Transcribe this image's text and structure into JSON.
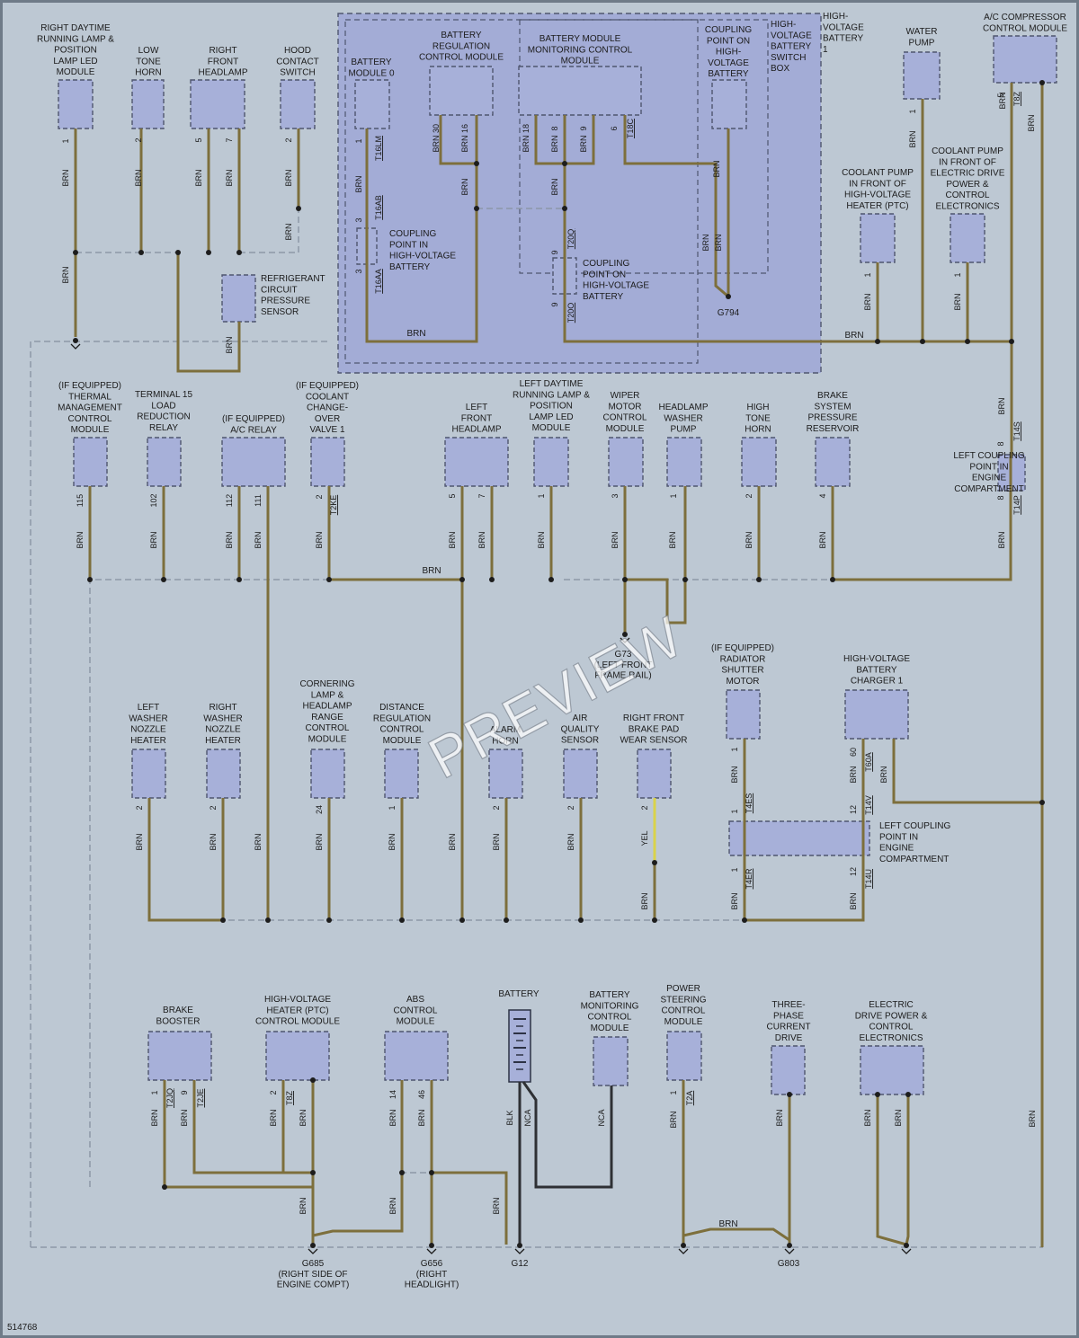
{
  "figure_id": "514768",
  "watermark": "PREVIEW",
  "colors": {
    "background": "#bdc8d3",
    "component": "#a7b0d9",
    "wire_brn": "#7d6f3c",
    "wire_blk": "#2e3034",
    "wire_yel": "#d9d24a"
  },
  "wire_colors": {
    "brn": "BRN",
    "blk": "BLK",
    "nca": "NCA",
    "yel": "YEL"
  },
  "components": {
    "right_drl": "RIGHT DAYTIME|RUNNING LAMP &|POSITION|LAMP LED|MODULE",
    "low_horn": "LOW|TONE|HORN",
    "right_headlamp": "RIGHT|FRONT|HEADLAMP",
    "hood_switch": "HOOD|CONTACT|SWITCH",
    "refrig_sensor": "REFRIGERANT|CIRCUIT|PRESSURE|SENSOR",
    "hv_battery": "HIGH-|VOLTAGE|BATTERY|1",
    "battery_module_0": "BATTERY|MODULE 0",
    "battery_reg_cm": "BATTERY|REGULATION|CONTROL MODULE",
    "battery_mod_mon": "BATTERY MODULE|MONITORING CONTROL|MODULE",
    "coupling_hv_battery": "COUPLING|POINT ON|HIGH-|VOLTAGE|BATTERY",
    "hv_switch_box": "HIGH-|VOLTAGE|BATTERY|SWITCH|BOX",
    "coupling_in_hv_1": "COUPLING|POINT IN|HIGH-VOLTAGE|BATTERY",
    "coupling_on_hv_2": "COUPLING|POINT ON|HIGH-VOLTAGE|BATTERY",
    "water_pump": "WATER|PUMP",
    "ac_comp_cm": "A/C COMPRESSOR|CONTROL MODULE",
    "coolant_ptc": "COOLANT PUMP|IN FRONT OF|HIGH-VOLTAGE|HEATER (PTC)",
    "coolant_edrive": "COOLANT PUMP|IN FRONT OF|ELECTRIC DRIVE|POWER &|CONTROL|ELECTRONICS",
    "thermal_mgmt": "(IF EQUIPPED)|THERMAL|MANAGEMENT|CONTROL|MODULE",
    "t15_relay": "TERMINAL 15|LOAD|REDUCTION|RELAY",
    "ac_relay": "(IF EQUIPPED)|A/C RELAY",
    "coolant_valve": "(IF EQUIPPED)|COOLANT|CHANGE-|OVER|VALVE 1",
    "left_headlamp": "LEFT|FRONT|HEADLAMP",
    "left_drl": "LEFT DAYTIME|RUNNING LAMP &|POSITION|LAMP LED|MODULE",
    "wiper_cm": "WIPER|MOTOR|CONTROL|MODULE",
    "hl_washer_pump": "HEADLAMP|WASHER|PUMP",
    "high_horn": "HIGH|TONE|HORN",
    "brake_reservoir": "BRAKE|SYSTEM|PRESSURE|RESERVOIR",
    "left_coupling_1": "LEFT COUPLING|POINT IN|ENGINE|COMPARTMENT",
    "left_washer": "LEFT|WASHER|NOZZLE|HEATER",
    "right_washer": "RIGHT|WASHER|NOZZLE|HEATER",
    "cornering_cm": "CORNERING|LAMP &|HEADLAMP|RANGE|CONTROL|MODULE",
    "distance_cm": "DISTANCE|REGULATION|CONTROL|MODULE",
    "alarm_horn": "ALARM|HORN",
    "air_quality": "AIR|QUALITY|SENSOR",
    "brake_pad": "RIGHT FRONT|BRAKE PAD|WEAR SENSOR",
    "radiator_shutter": "(IF EQUIPPED)|RADIATOR|SHUTTER|MOTOR",
    "hv_charger": "HIGH-VOLTAGE|BATTERY|CHARGER 1",
    "left_coupling_2": "LEFT COUPLING|POINT IN|ENGINE|COMPARTMENT",
    "brake_booster": "BRAKE|BOOSTER",
    "hv_heater_cm": "HIGH-VOLTAGE|HEATER (PTC)|CONTROL MODULE",
    "abs_cm": "ABS|CONTROL|MODULE",
    "battery": "BATTERY",
    "battery_mon_cm": "BATTERY|MONITORING|CONTROL|MODULE",
    "power_steering": "POWER|STEERING|CONTROL|MODULE",
    "three_phase": "THREE-|PHASE|CURRENT|DRIVE",
    "edrive_power": "ELECTRIC|DRIVE POWER &|CONTROL|ELECTRONICS"
  },
  "grounds": {
    "g794": "G794",
    "g73": "G73|(LEFT FRONT|FRAME RAIL)",
    "g685": "G685|(RIGHT SIDE OF|ENGINE COMPT)",
    "g656": "G656|(RIGHT|HEADLIGHT)",
    "g12": "G12",
    "g803": "G803"
  },
  "pins": {
    "p1": "1",
    "p2": "2",
    "p3": "3",
    "p4": "4",
    "p5": "5",
    "p6": "6",
    "p7": "7",
    "p8": "8",
    "p9": "9",
    "p12": "12",
    "p14": "14",
    "p16": "16",
    "p18": "18",
    "p24": "24",
    "p30": "30",
    "p46": "46",
    "p60": "60",
    "p102": "102",
    "p111": "111",
    "p112": "112",
    "p115": "115"
  },
  "connectors": {
    "T16LM": "T16LM",
    "T16AB": "T16AB",
    "T16AA": "T16AA",
    "T18C": "T18C",
    "T20Q": "T20Q",
    "T20O": "T20O",
    "T8Z": "T8Z",
    "T14S": "T14S",
    "T14P": "T14P",
    "T2KE": "T2KE",
    "T4ES": "T4ES",
    "T4ER": "T4ER",
    "T60A": "T60A",
    "T14V": "T14V",
    "T14U": "T14U",
    "T2JQ": "T2JQ",
    "T2JE": "T2JE",
    "T8Z2": "T8Z",
    "T2A": "T2A"
  }
}
